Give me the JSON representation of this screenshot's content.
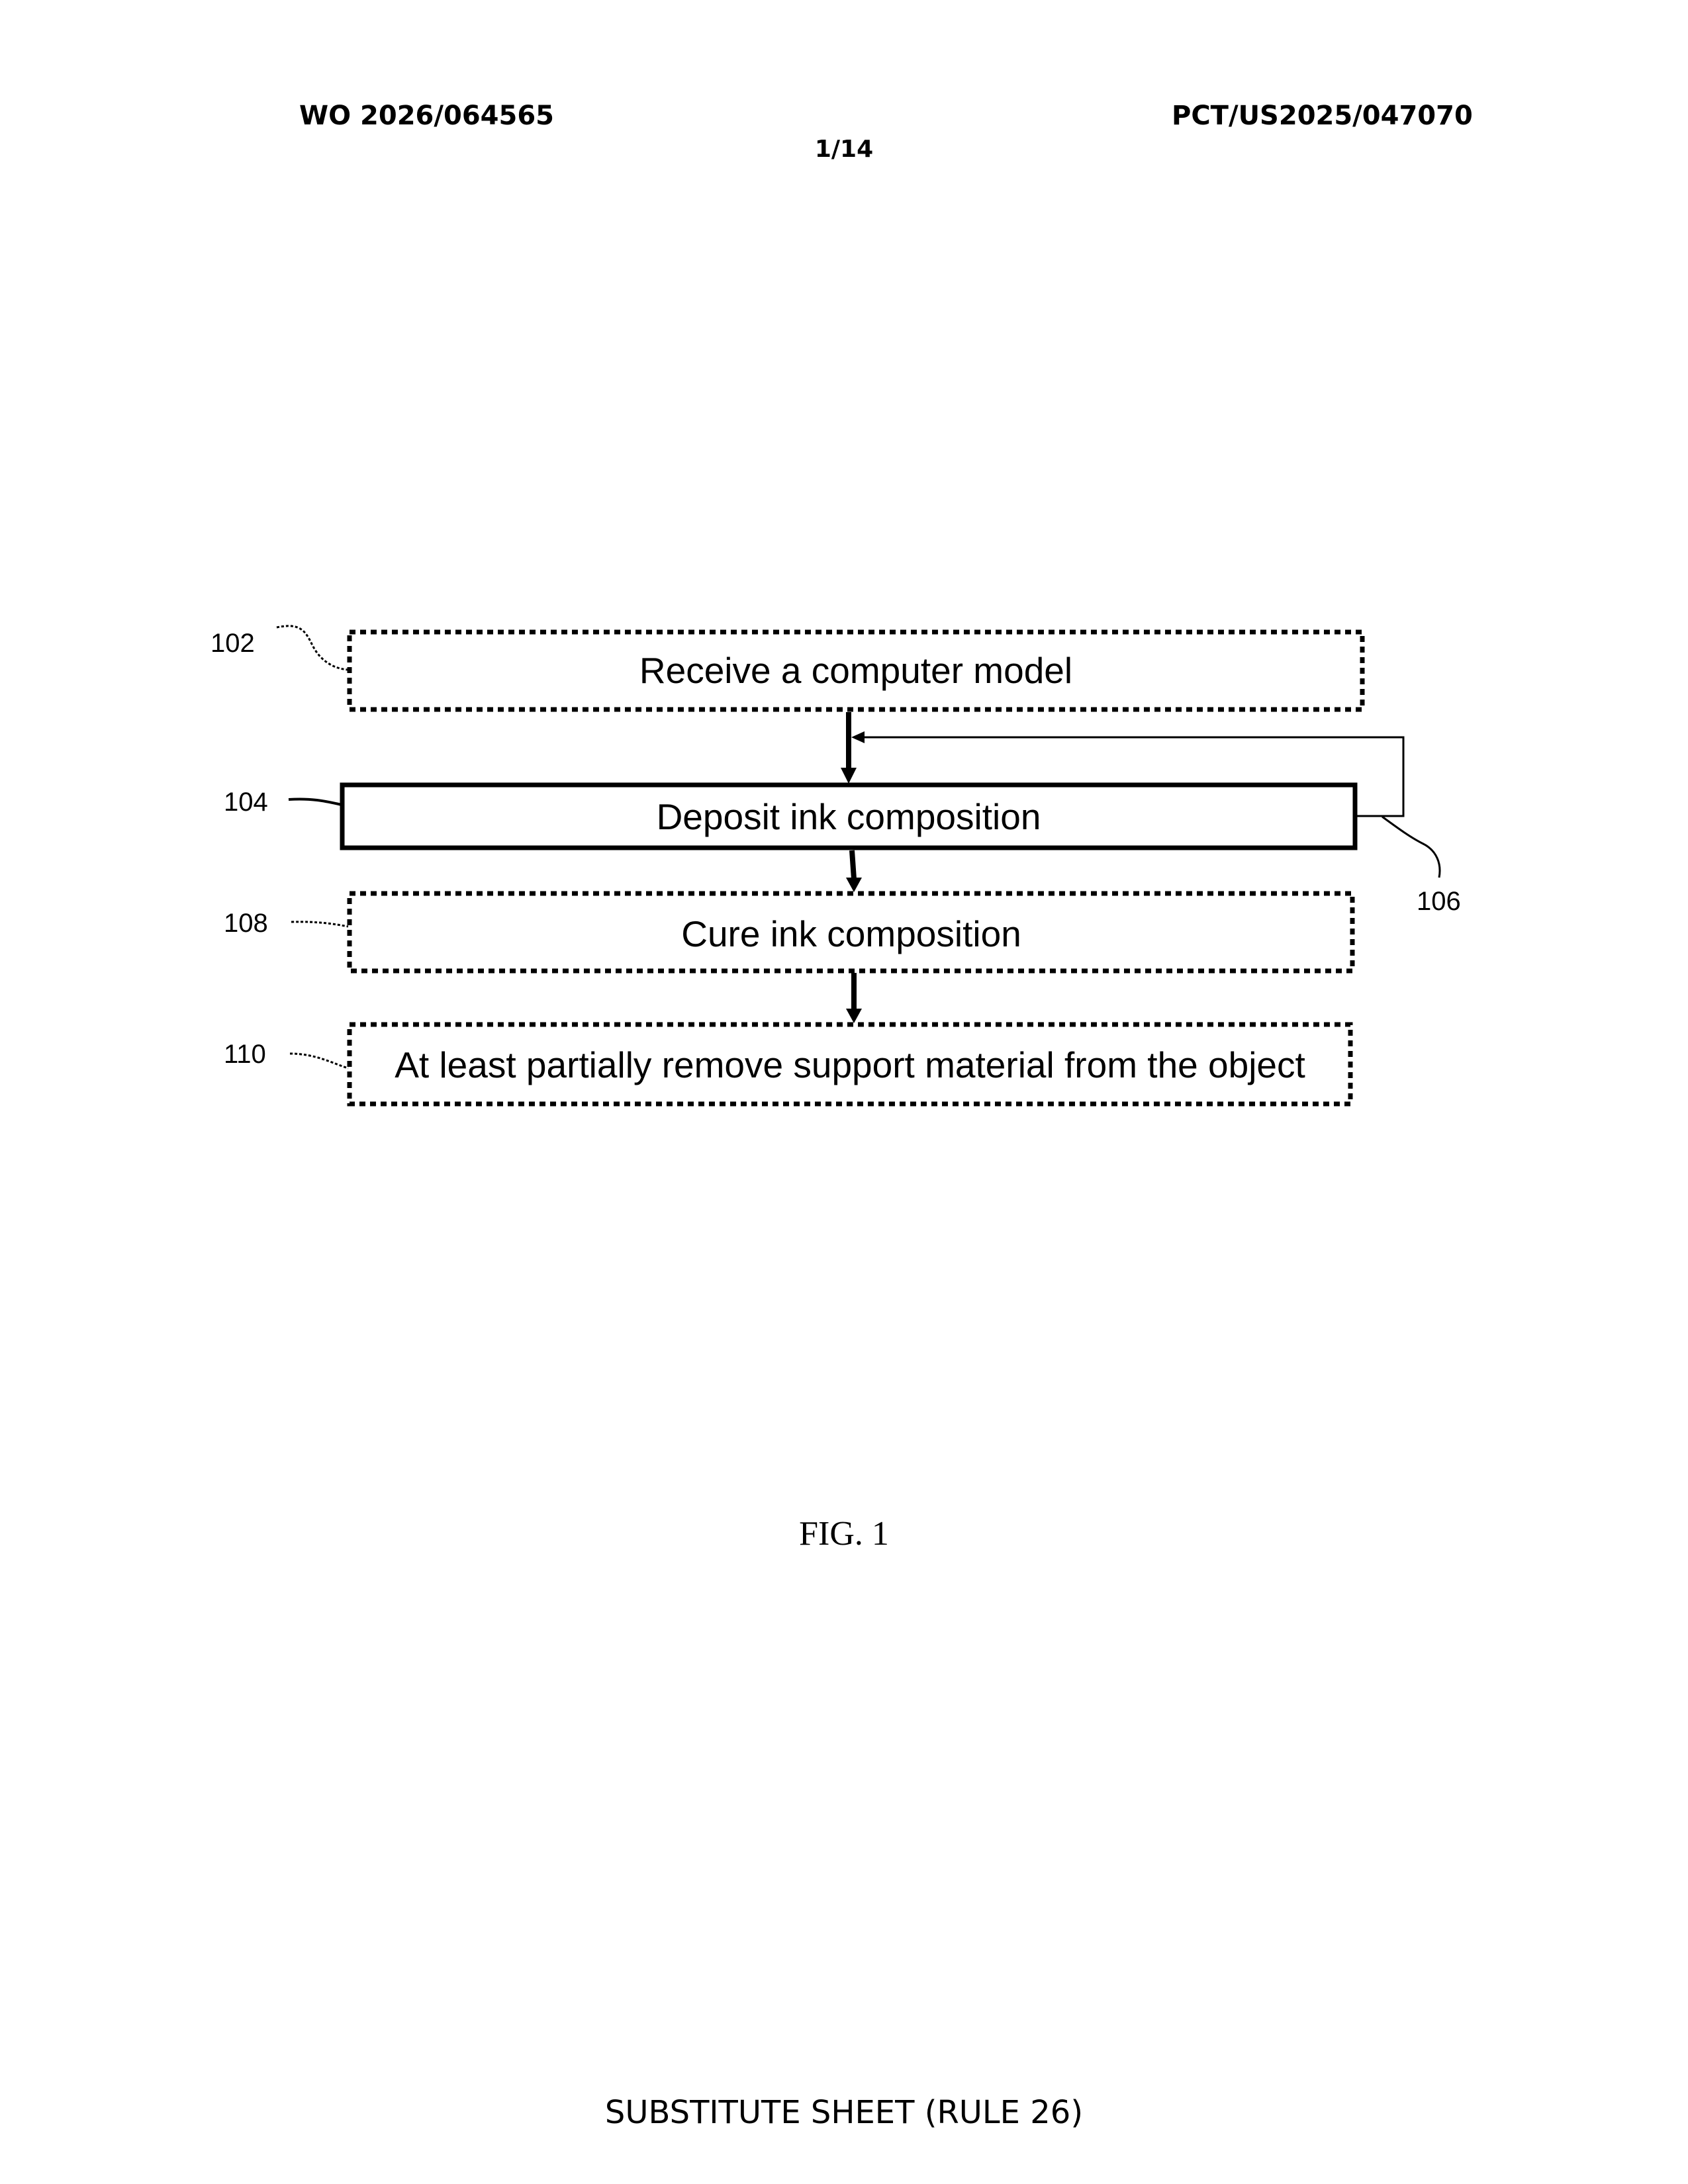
{
  "header": {
    "publication_number": "WO 2026/064565",
    "application_number": "PCT/US2025/047070",
    "sheet_number": "1/14"
  },
  "diagram": {
    "steps": [
      {
        "ref": "102",
        "label": "Receive a computer model",
        "border": "dashed"
      },
      {
        "ref": "104",
        "label": "Deposit ink composition",
        "border": "solid"
      },
      {
        "ref": "108",
        "label": "Cure ink composition",
        "border": "dashed"
      },
      {
        "ref": "110",
        "label": "At least partially remove support material from the object",
        "border": "dashed"
      }
    ],
    "loop_ref": "106"
  },
  "caption": "FIG. 1",
  "footer": "SUBSTITUTE SHEET (RULE 26)"
}
